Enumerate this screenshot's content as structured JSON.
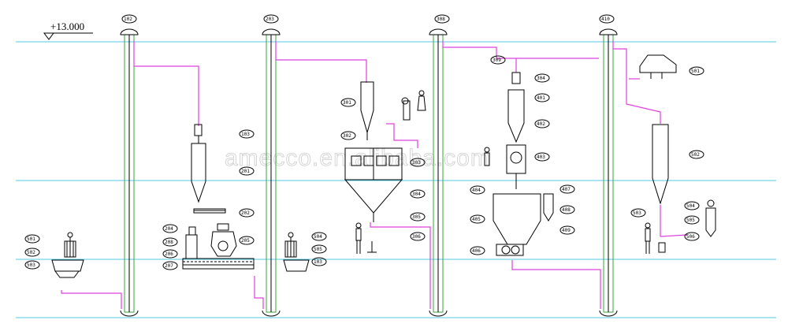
{
  "elevation": "+13.000",
  "elevator_tags": [
    "102",
    "203",
    "308",
    "410"
  ],
  "labels": {
    "l_501a": "501",
    "l_502a": "502",
    "l_503a": "503",
    "l_103": "103",
    "l_201": "201",
    "l_202": "202",
    "l_205": "205",
    "l_204": "204",
    "l_208": "208",
    "l_206": "206",
    "l_207": "207",
    "l_504": "504",
    "l_505": "505",
    "l_103b": "103",
    "l_301": "301",
    "l_302": "302",
    "l_303": "303",
    "l_304": "304",
    "l_305": "305",
    "l_306": "306",
    "l_309": "309",
    "l_304b": "304",
    "l_401": "401",
    "l_402": "402",
    "l_403": "403",
    "l_404": "404",
    "l_405": "405",
    "l_406": "406",
    "l_407": "407",
    "l_408": "408",
    "l_409": "409",
    "l_501b": "501",
    "l_502b": "502",
    "l_503b": "503",
    "l_504b": "504",
    "l_505b": "505",
    "l_506": "506"
  },
  "watermark": "amecco.en.alibaba.com"
}
